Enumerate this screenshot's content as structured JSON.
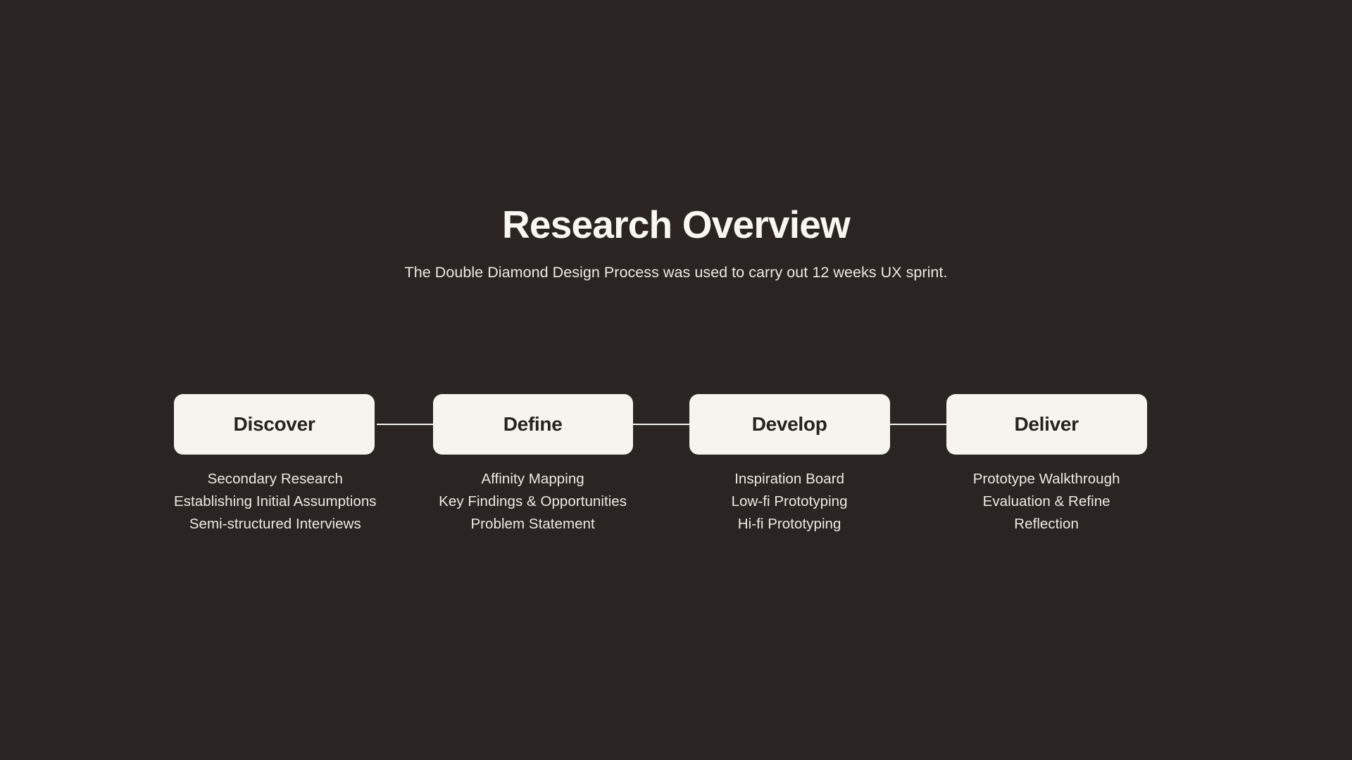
{
  "theme": {
    "background": "#2a2522",
    "card_background": "#f5f4ef",
    "card_text": "#262220",
    "body_text": "#eceae4",
    "heading_text": "#f7f6f1",
    "connector_line": "#f3f1ec"
  },
  "header": {
    "title": "Research Overview",
    "subtitle": "The Double Diamond Design Process was used to carry out 12 weeks UX sprint."
  },
  "process": {
    "phases": [
      {
        "label": "Discover",
        "items": [
          "Secondary Research",
          "Establishing Initial Assumptions",
          "Semi-structured Interviews"
        ]
      },
      {
        "label": "Define",
        "items": [
          "Affinity Mapping",
          "Key Findings & Opportunities",
          "Problem Statement"
        ]
      },
      {
        "label": "Develop",
        "items": [
          "Inspiration Board",
          "Low-fi Prototyping",
          "Hi-fi Prototyping"
        ]
      },
      {
        "label": "Deliver",
        "items": [
          "Prototype Walkthrough",
          "Evaluation & Refine",
          "Reflection"
        ]
      }
    ]
  }
}
